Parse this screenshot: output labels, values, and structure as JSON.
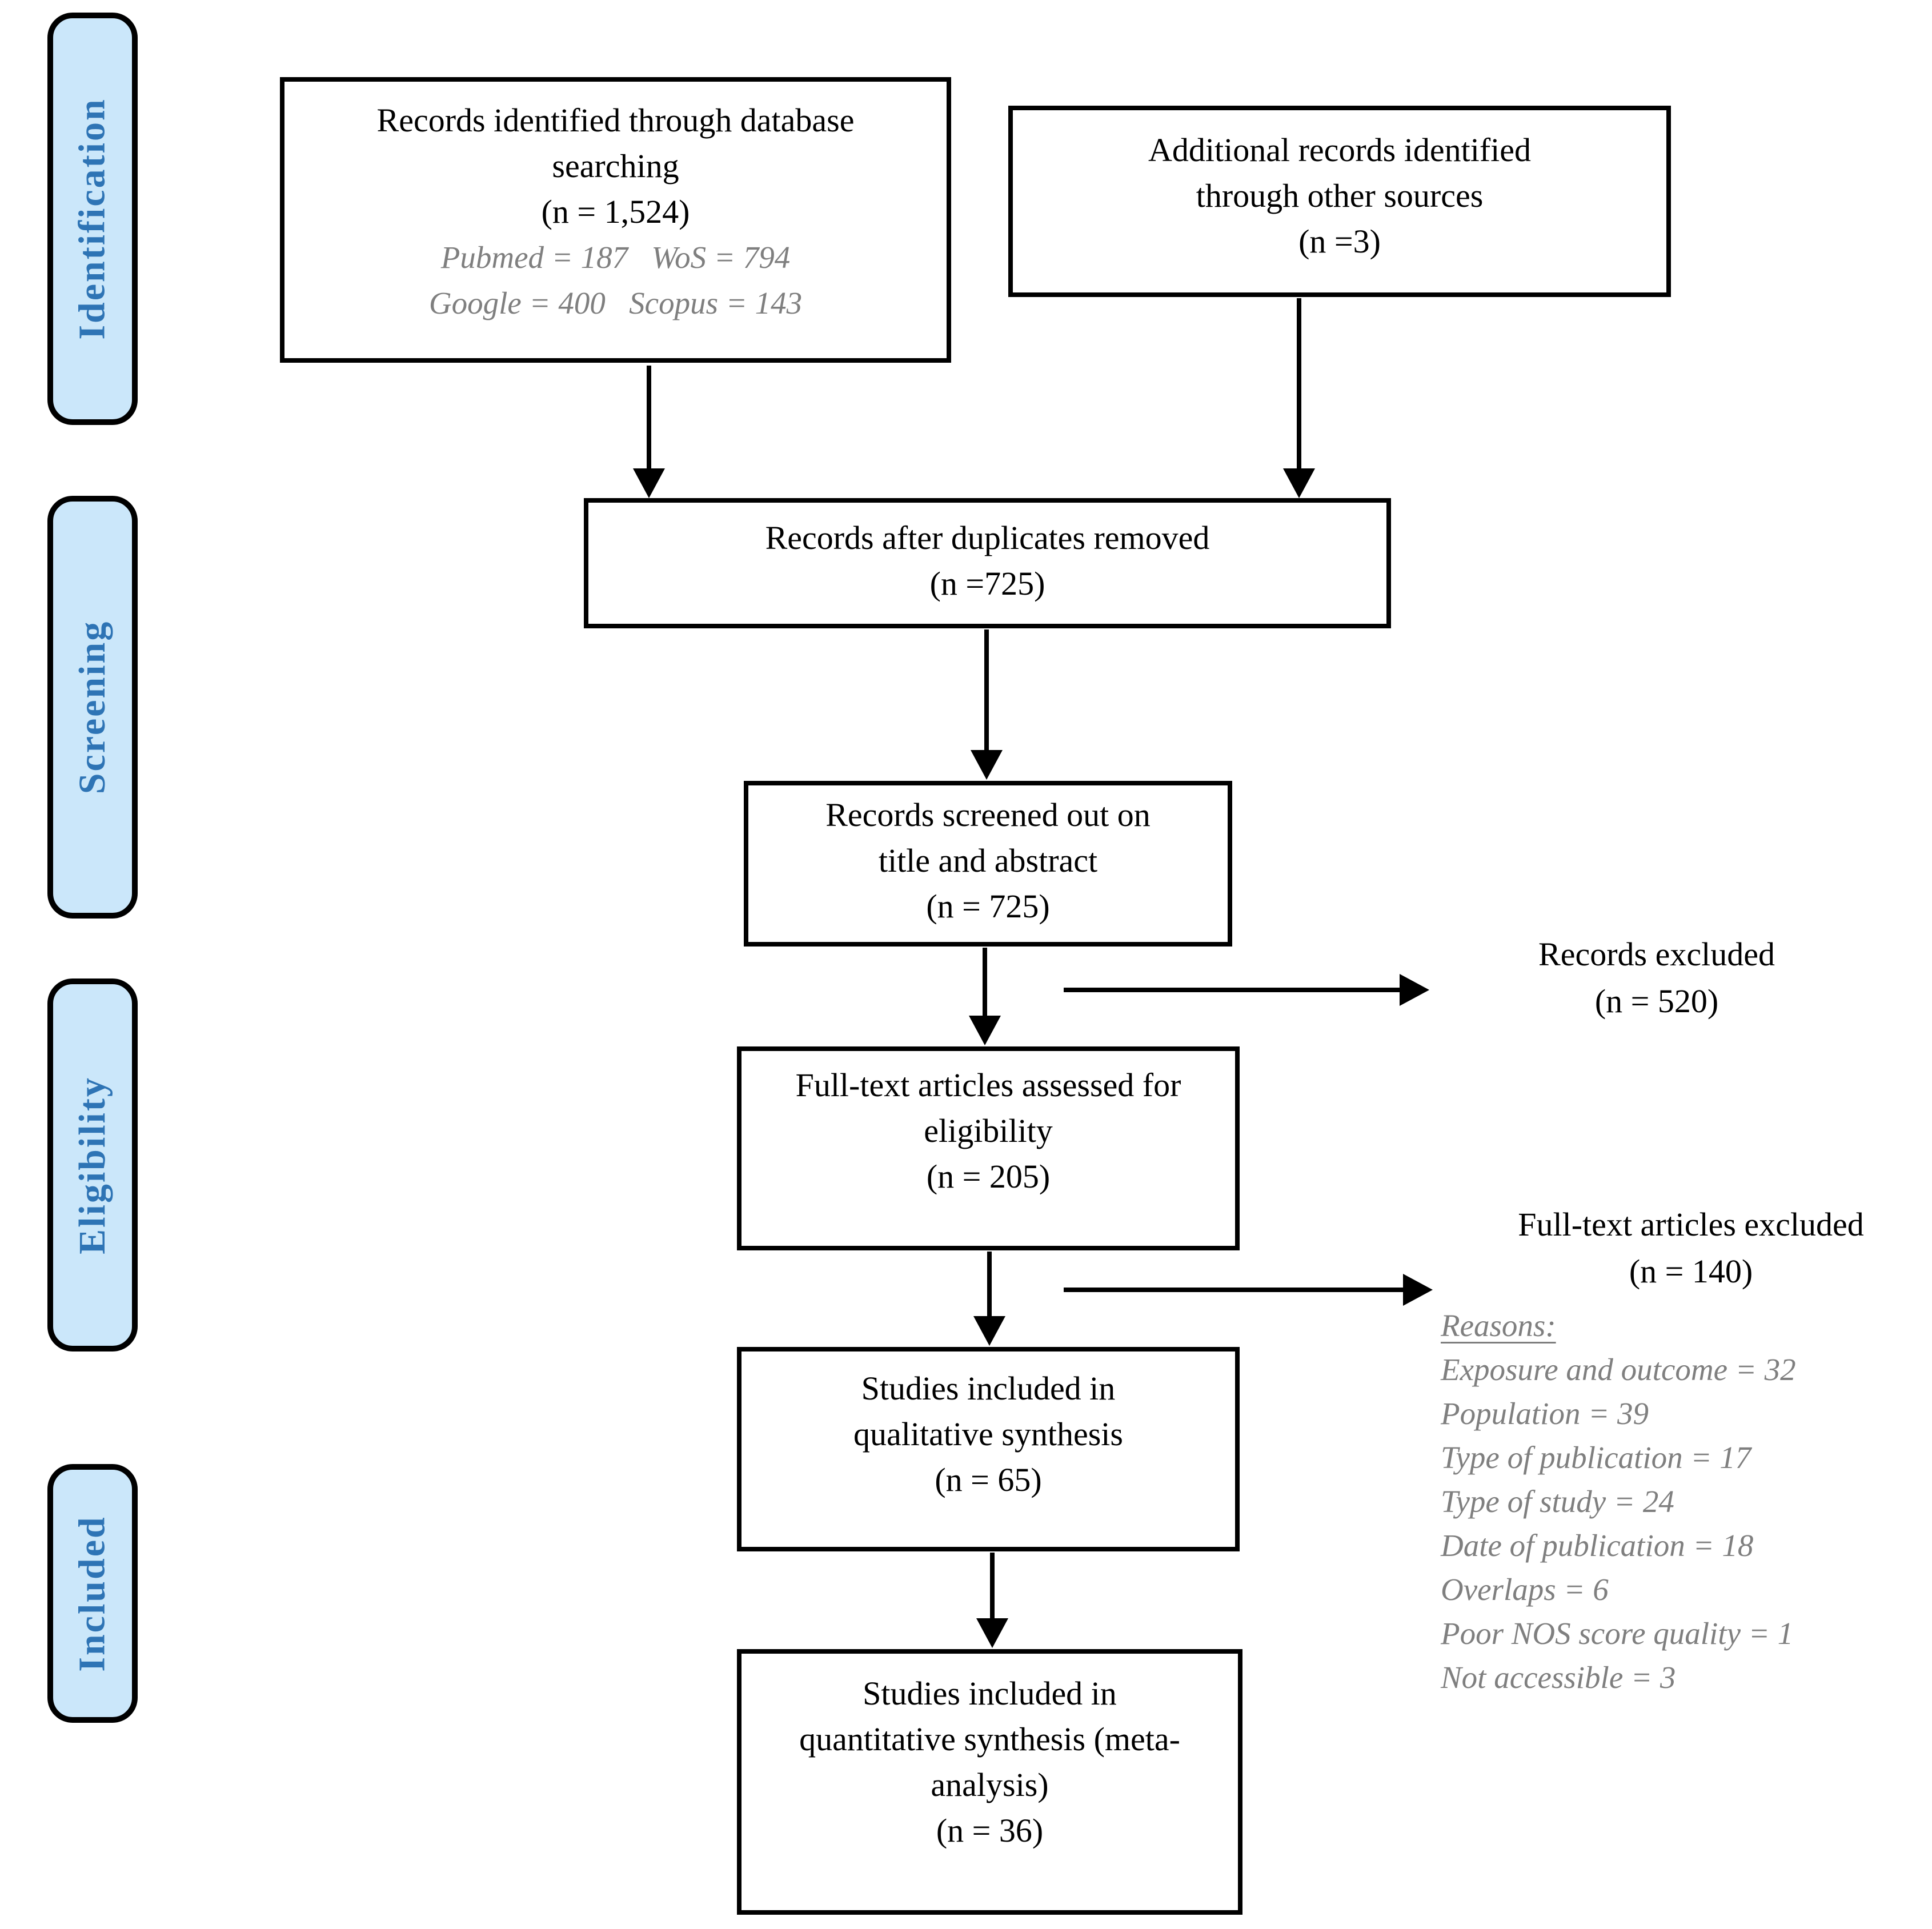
{
  "sidebar": {
    "fill_color": "#CBE7FA",
    "text_color": "#2E74B5",
    "stages": [
      {
        "label": "Identification"
      },
      {
        "label": "Screening"
      },
      {
        "label": "Eligibility"
      },
      {
        "label": "Included"
      }
    ]
  },
  "flow_boxes": {
    "identified": {
      "lines": [
        "Records identified through database",
        "searching",
        "(n = 1,524)"
      ],
      "sources": [
        "Pubmed = 187   WoS = 794",
        "Google = 400   Scopus = 143"
      ]
    },
    "additional": {
      "lines": [
        "Additional records identified",
        "through other sources",
        "(n =3)"
      ]
    },
    "deduplicated": {
      "lines": [
        "Records after duplicates removed",
        "(n =725)"
      ]
    },
    "screened": {
      "lines": [
        "Records screened out on",
        "title and abstract",
        "(n = 725)"
      ]
    },
    "fulltext_assessed": {
      "lines": [
        "Full-text articles assessed for",
        "eligibility",
        "(n = 205)"
      ]
    },
    "qualitative": {
      "lines": [
        "Studies included in",
        "qualitative synthesis",
        "(n = 65)"
      ]
    },
    "quantitative": {
      "lines": [
        "Studies included in",
        "quantitative synthesis (meta-",
        "analysis)",
        "(n = 36)"
      ]
    }
  },
  "side_notes": {
    "records_excluded": {
      "lines": [
        "Records excluded",
        "(n = 520)"
      ]
    },
    "fulltext_excluded": {
      "lines": [
        "Full-text articles excluded",
        "(n = 140)"
      ],
      "reasons_heading": "Reasons:",
      "reasons": [
        "Exposure and outcome = 32",
        "Population = 39",
        "Type of publication = 17",
        "Type of study = 24",
        "Date of publication = 18",
        "Overlaps = 6",
        "Poor NOS score quality = 1",
        "Not accessible = 3"
      ]
    }
  },
  "colors": {
    "line": "#000000",
    "gray_text": "#7f7f7f",
    "box_border": "#000000"
  }
}
